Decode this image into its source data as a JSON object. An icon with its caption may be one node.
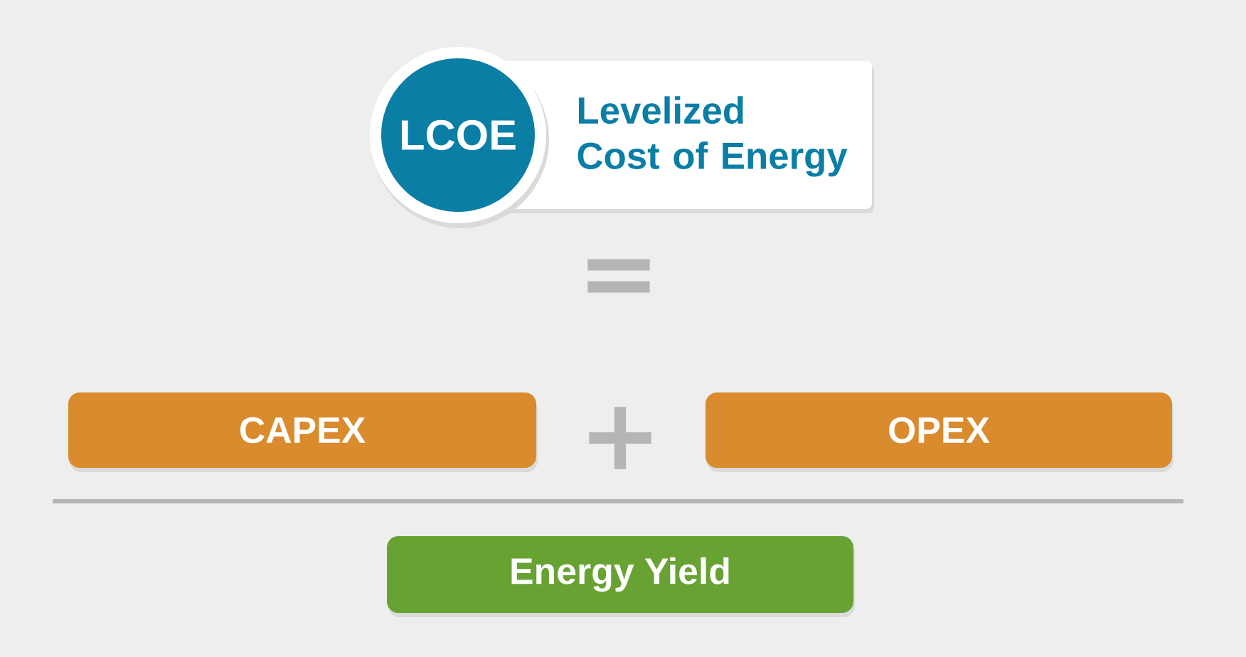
{
  "diagram": {
    "nodes": [
      {
        "text": [
          "LCOE"
        ]
      },
      {
        "text": [
          "Levelized Cost of Energy"
        ]
      },
      {
        "text": [
          "CAPEX"
        ]
      },
      {
        "text": [
          "OPEX"
        ]
      },
      {
        "text": [
          "Energy Yield"
        ]
      }
    ],
    "labels": [
      "=",
      "+"
    ]
  }
}
